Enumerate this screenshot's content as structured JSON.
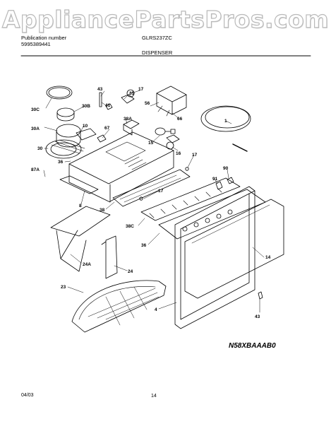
{
  "watermark": "AppliancePartsPros.com",
  "header": {
    "publication_label": "Publication number",
    "publication_number": "5995389441",
    "model": "GLRS237ZC",
    "section": "DISPENSER"
  },
  "diagram": {
    "code": "N58XBAAAB0",
    "callouts": [
      "43",
      "17",
      "35",
      "30C",
      "30B",
      "41",
      "56",
      "30A",
      "10",
      "67",
      "38A",
      "66",
      "1",
      "30",
      "15",
      "16",
      "17",
      "36",
      "90",
      "87A",
      "91",
      "8",
      "17",
      "38",
      "38C",
      "14",
      "36",
      "24A",
      "24",
      "23",
      "4",
      "43"
    ]
  },
  "footer": {
    "date": "04/03",
    "page": "14"
  }
}
